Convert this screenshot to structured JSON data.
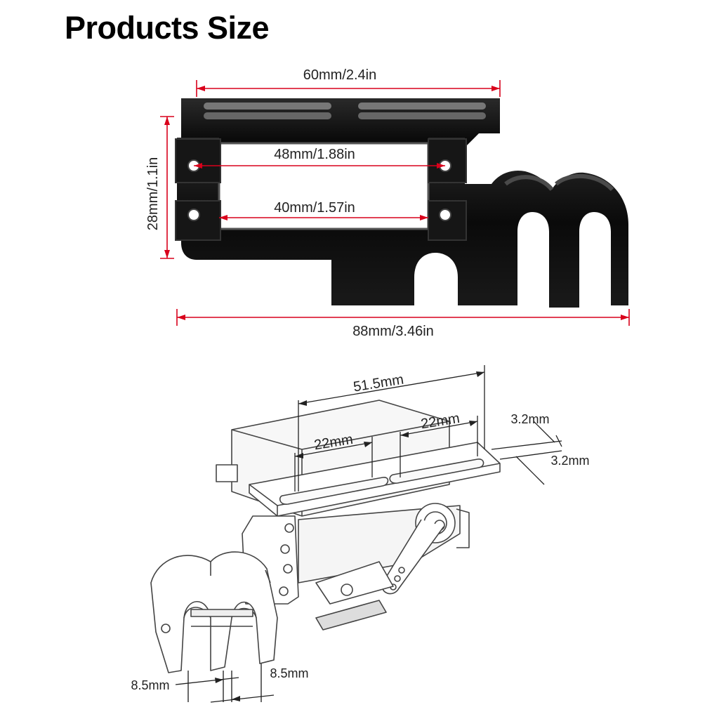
{
  "title": "Products Size",
  "colors": {
    "dimension_line": "#d9001b",
    "part_fill": "#0b0b0b",
    "drawing_line": "#444444"
  },
  "top_dimensions": {
    "top_width": "60mm/2.4in",
    "upper_hole_spacing": "48mm/1.88in",
    "lower_hole_spacing": "40mm/1.57in",
    "height": "28mm/1.1in",
    "total_length": "88mm/3.46in"
  },
  "drawing_dimensions": {
    "slot_span": "51.5mm",
    "left_slot": "22mm",
    "right_slot": "22mm",
    "slot_width_a": "3.2mm",
    "slot_width_b": "3.2mm",
    "clevis_left": "8.5mm",
    "clevis_right": "8.5mm"
  }
}
